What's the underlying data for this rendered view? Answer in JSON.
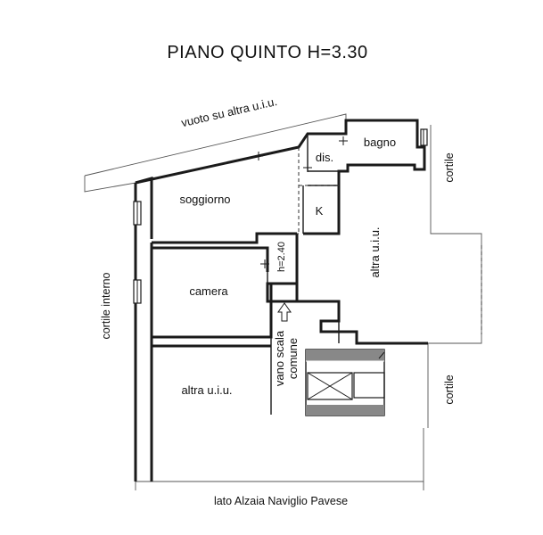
{
  "title": "PIANO QUINTO H=3.30",
  "labels": {
    "vuoto": "vuoto su altra u.i.u.",
    "bagno": "bagno",
    "dis": "dis.",
    "soggiorno": "soggiorno",
    "k": "K",
    "altra_right": "altra u.i.u.",
    "camera": "camera",
    "h240": "h=2.40",
    "vano_scala_1": "vano scala",
    "vano_scala_2": "comune",
    "altra_bottom": "altra u.i.u.",
    "cortile_top_right": "cortile",
    "cortile_bottom_right": "cortile",
    "cortile_interno": "cortile interno",
    "bottom_side": "lato Alzaia Naviglio Pavese"
  },
  "colors": {
    "ink": "#1a1a1a",
    "paper": "#ffffff"
  }
}
